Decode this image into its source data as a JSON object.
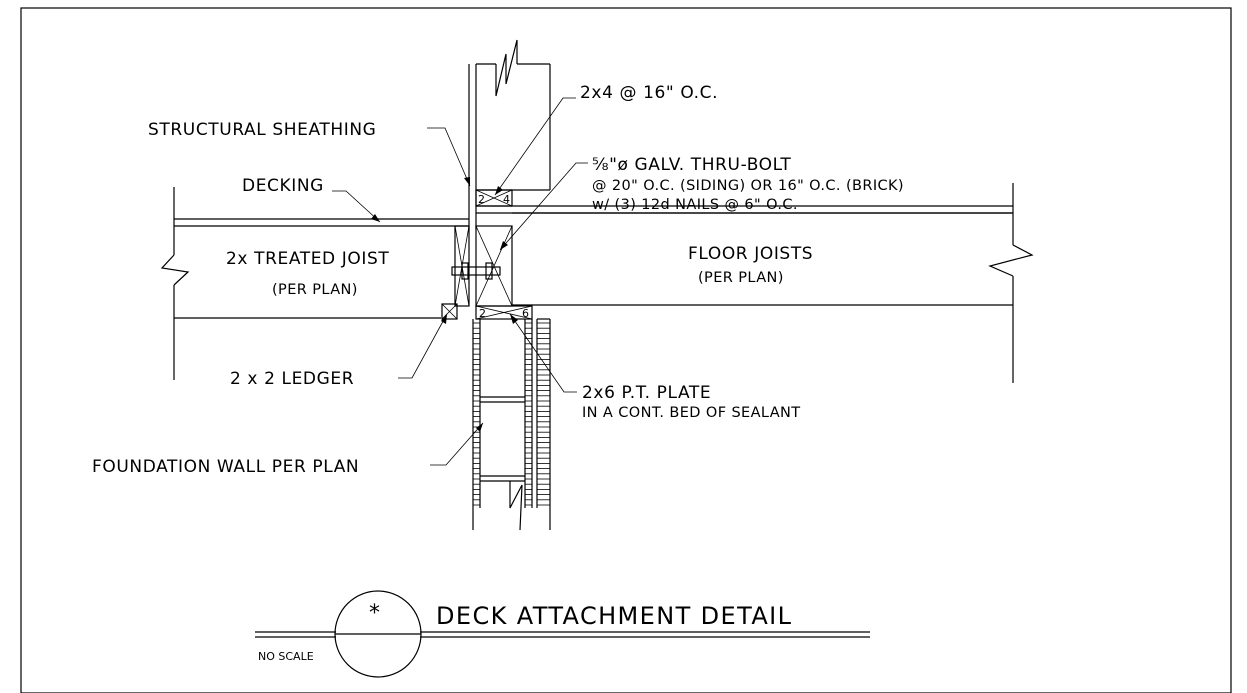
{
  "labels": {
    "stud": "2x4 @ 16\" O.C.",
    "sheathing": "STRUCTURAL SHEATHING",
    "bolt_line1": "⅝\"ø GALV. THRU-BOLT",
    "bolt_line2": "@ 20\" O.C. (SIDING) OR 16\" O.C. (BRICK)",
    "bolt_line3": "w/ (3) 12d NAILS @ 6\" O.C.",
    "decking": "DECKING",
    "treated_joist_line1": "2x TREATED JOIST",
    "treated_joist_line2": "(PER PLAN)",
    "floor_joists_line1": "FLOOR JOISTS",
    "floor_joists_line2": "(PER PLAN)",
    "ledger": "2 x 2 LEDGER",
    "plate_line1": "2x6 P.T. PLATE",
    "plate_line2": "IN A CONT. BED OF SEALANT",
    "foundation": "FOUNDATION WALL PER PLAN",
    "stud_tag_a": "2",
    "stud_tag_b": "4",
    "plate_tag_a": "2",
    "plate_tag_b": "6"
  },
  "title_block": {
    "symbol": "*",
    "title": "DECK ATTACHMENT DETAIL",
    "scale": "NO SCALE"
  }
}
